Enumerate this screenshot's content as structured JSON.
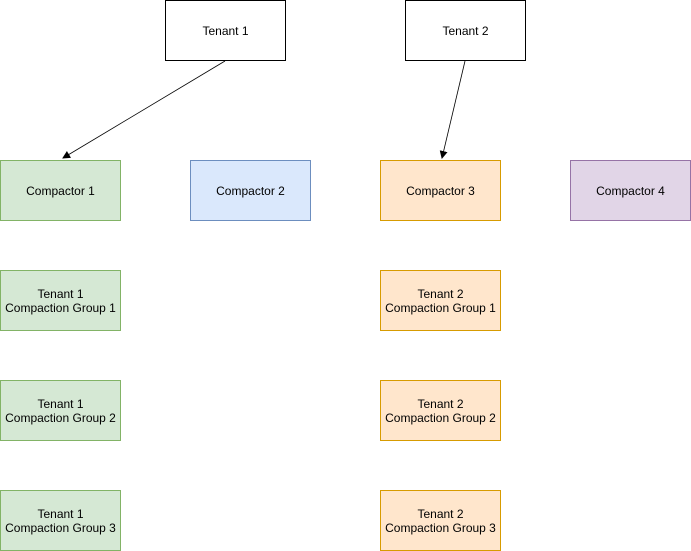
{
  "tenants": [
    {
      "label": "Tenant 1"
    },
    {
      "label": "Tenant 2"
    }
  ],
  "compactors": [
    {
      "label": "Compactor 1",
      "color": "#d5e8d4"
    },
    {
      "label": "Compactor 2",
      "color": "#dae8fc"
    },
    {
      "label": "Compactor 3",
      "color": "#ffe6cc"
    },
    {
      "label": "Compactor 4",
      "color": "#e1d5e7"
    }
  ],
  "tenant1_groups": [
    {
      "line1": "Tenant 1",
      "line2": "Compaction Group 1"
    },
    {
      "line1": "Tenant 1",
      "line2": "Compaction Group 2"
    },
    {
      "line1": "Tenant 1",
      "line2": "Compaction Group 3"
    }
  ],
  "tenant2_groups": [
    {
      "line1": "Tenant 2",
      "line2": "Compaction Group 1"
    },
    {
      "line1": "Tenant 2",
      "line2": "Compaction Group 2"
    },
    {
      "line1": "Tenant 2",
      "line2": "Compaction Group 3"
    }
  ],
  "edges": [
    {
      "from": "Tenant 1",
      "to": "Compactor 1"
    },
    {
      "from": "Tenant 2",
      "to": "Compactor 3"
    }
  ]
}
